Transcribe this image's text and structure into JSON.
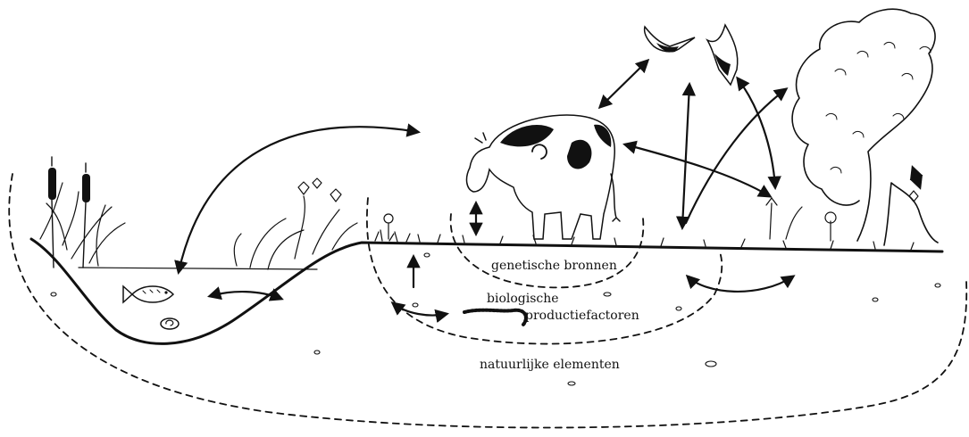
{
  "labels": {
    "genetic_resources": "genetische bronnen",
    "biological_line1": "biologische",
    "biological_line2": "productiefactoren",
    "natural_elements": "natuurlijke elementen"
  },
  "icons": [
    "reed-icon",
    "fish-icon",
    "snail-icon",
    "worm-icon",
    "cow-icon",
    "bird-icon",
    "tree-icon",
    "flower-icon",
    "grass-icon"
  ],
  "colors": {
    "ink": "#111111",
    "background": "#ffffff"
  }
}
